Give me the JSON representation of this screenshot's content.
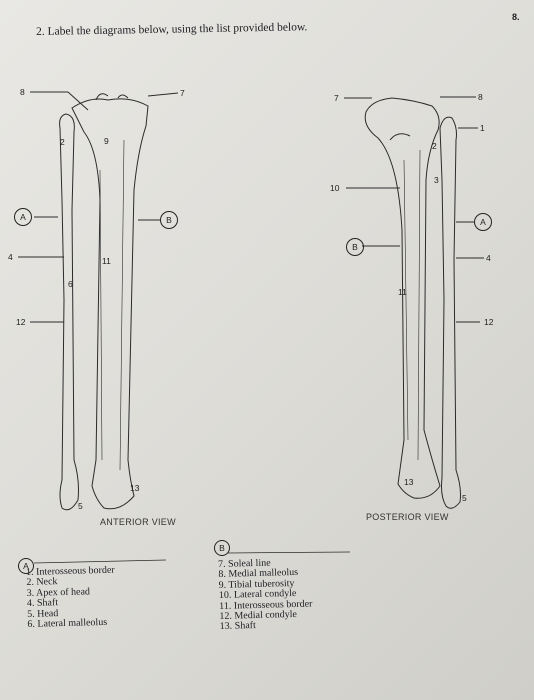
{
  "page_number": "8.",
  "title": "2. Label the diagrams below, using the list provided below.",
  "anterior": {
    "view_label": "ANTERIOR VIEW",
    "callouts": [
      "8",
      "7",
      "2",
      "9",
      "A",
      "B",
      "4",
      "11",
      "6",
      "12",
      "5",
      "13"
    ]
  },
  "posterior": {
    "view_label": "POSTERIOR VIEW",
    "callouts": [
      "7",
      "8",
      "1",
      "2",
      "3",
      "10",
      "B",
      "A",
      "4",
      "11",
      "12",
      "13",
      "5"
    ]
  },
  "list_a": {
    "badge": "A",
    "items": [
      "1. Interosseous border",
      "2. Neck",
      "3. Apex of head",
      "4. Shaft",
      "5. Head",
      "6. Lateral malleolus"
    ]
  },
  "list_b": {
    "badge": "B",
    "items": [
      "7. Soleal line",
      "8. Medial malleolus",
      "9. Tibial tuberosity",
      "10. Lateral condyle",
      "11. Interosseous border",
      "12. Medial condyle",
      "13. Shaft"
    ]
  }
}
